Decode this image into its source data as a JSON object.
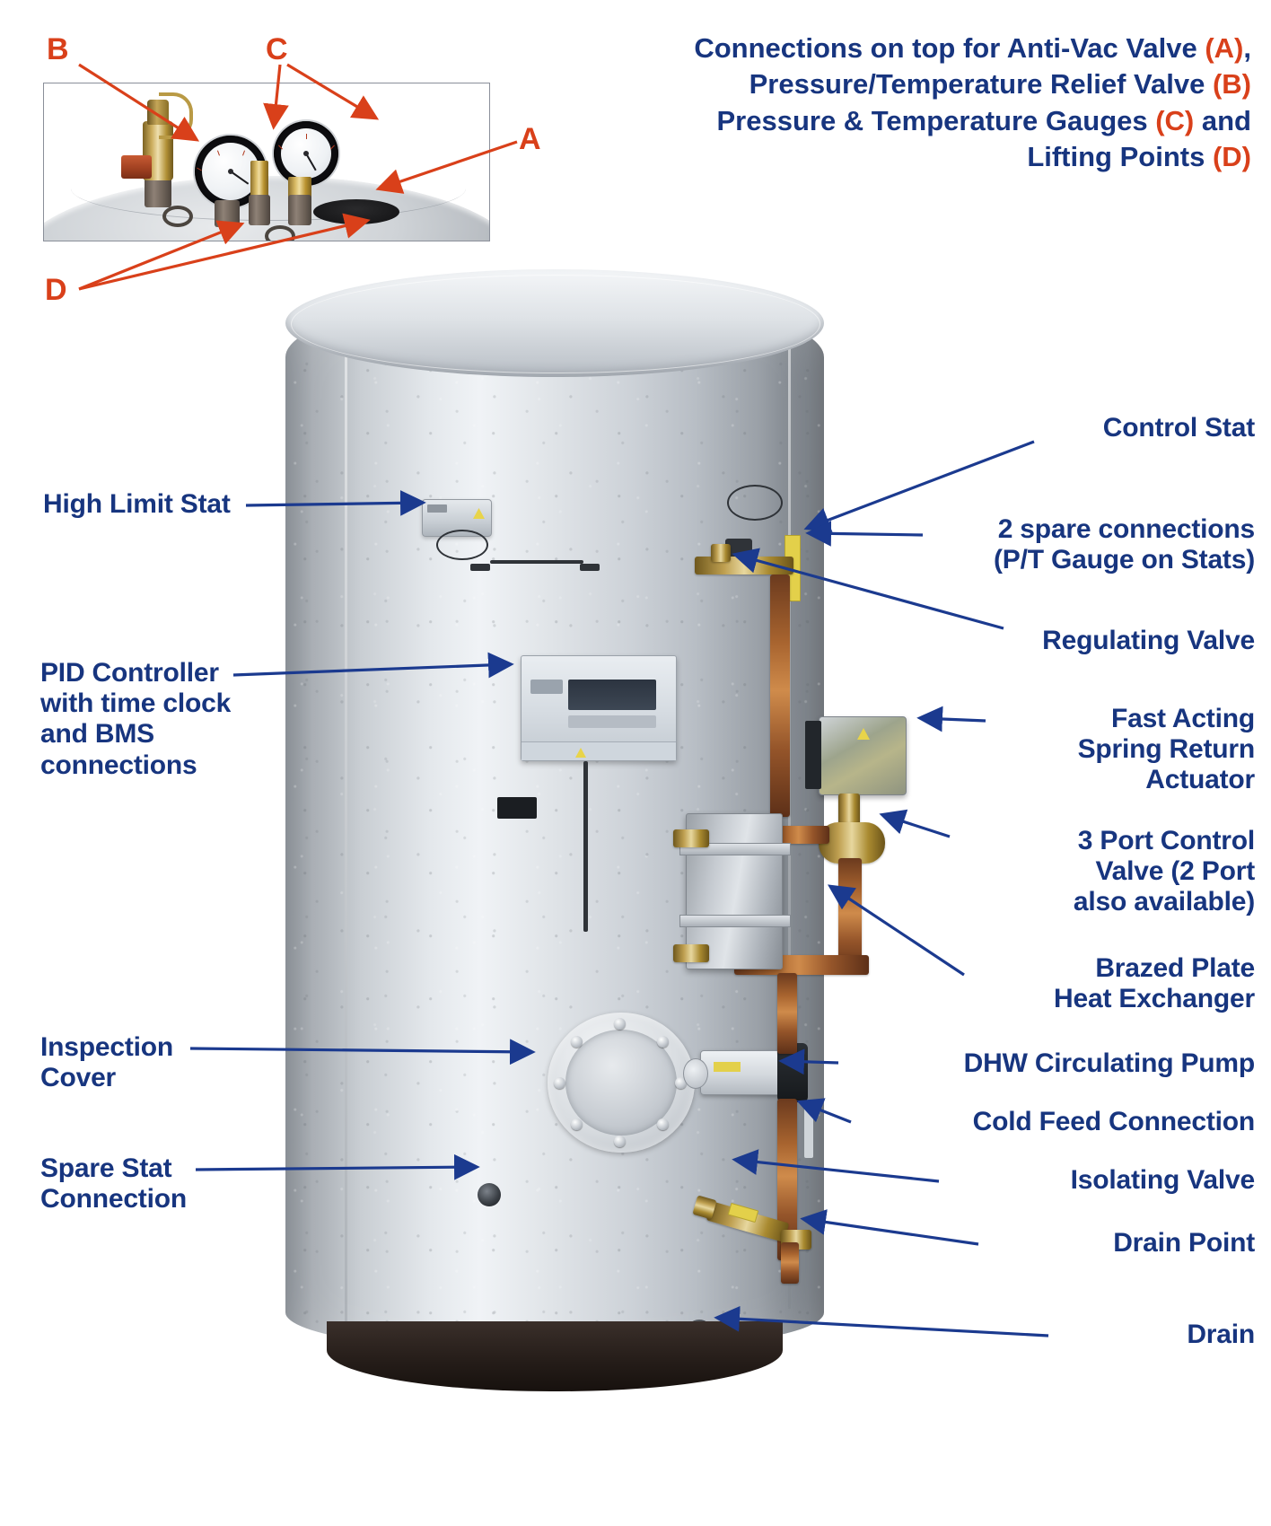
{
  "heading": {
    "line1_a": "Connections on top for Anti-Vac Valve ",
    "line1_key": "(A)",
    "line1_b": ",",
    "line2_a": "Pressure/Temperature Relief Valve ",
    "line2_key": "(B)",
    "line3_a": "Pressure & Temperature Gauges ",
    "line3_key": "(C)",
    "line3_b": " and",
    "line4_a": "Lifting Points ",
    "line4_key": "(D)"
  },
  "inset": {
    "letters": [
      {
        "id": "B",
        "text": "B",
        "target": "pressure-temperature-relief-valve"
      },
      {
        "id": "C",
        "text": "C",
        "target": "pressure-and-temperature-gauges"
      },
      {
        "id": "A",
        "text": "A",
        "target": "anti-vac-valve"
      },
      {
        "id": "D",
        "text": "D",
        "target": "lifting-points"
      }
    ],
    "accent_color": "#d9401a",
    "parts": [
      "pressure-temperature-relief-valve",
      "pressure-gauge",
      "temperature-gauge",
      "anti-vac-valve",
      "lifting-point-ring-left",
      "lifting-point-ring-right",
      "tank-lid"
    ]
  },
  "callouts": {
    "left": [
      {
        "name": "high-limit-stat",
        "text": "High Limit Stat"
      },
      {
        "name": "pid-controller",
        "text": "PID Controller\nwith time clock\nand BMS\nconnections"
      },
      {
        "name": "inspection-cover",
        "text": "Inspection\nCover"
      },
      {
        "name": "spare-stat-connection",
        "text": "Spare Stat\nConnection"
      }
    ],
    "right": [
      {
        "name": "control-stat",
        "text": "Control Stat"
      },
      {
        "name": "spare-connections",
        "text": "2 spare connections\n(P/T Gauge on Stats)"
      },
      {
        "name": "regulating-valve",
        "text": "Regulating Valve"
      },
      {
        "name": "fast-acting-spring-return-actuator",
        "text": "Fast Acting\nSpring Return\nActuator"
      },
      {
        "name": "three-port-control-valve",
        "text": "3 Port Control\nValve (2 Port\nalso available)"
      },
      {
        "name": "brazed-plate-heat-exchanger",
        "text": "Brazed Plate\nHeat Exchanger"
      },
      {
        "name": "dhw-circulating-pump",
        "text": "DHW Circulating Pump"
      },
      {
        "name": "cold-feed-connection",
        "text": "Cold Feed Connection"
      },
      {
        "name": "isolating-valve",
        "text": "Isolating Valve"
      },
      {
        "name": "drain-point",
        "text": "Drain Point"
      },
      {
        "name": "drain",
        "text": "Drain"
      }
    ]
  },
  "colors": {
    "label_blue": "#17357f",
    "accent_red": "#d9401a",
    "leader_blue": "#1b3a8f",
    "background": "#ffffff"
  }
}
